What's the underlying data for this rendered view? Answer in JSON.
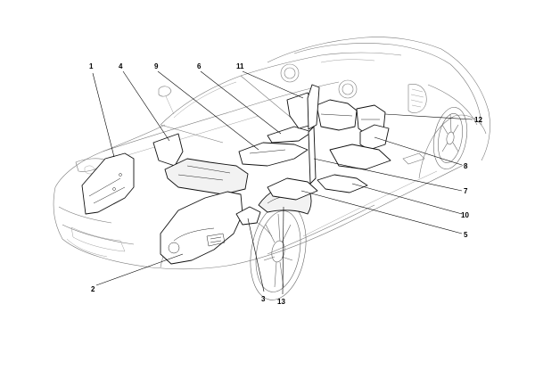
{
  "diagram": {
    "callouts": [
      {
        "id": "c1",
        "label": "1"
      },
      {
        "id": "c2",
        "label": "2"
      },
      {
        "id": "c3",
        "label": "3"
      },
      {
        "id": "c4",
        "label": "4"
      },
      {
        "id": "c5",
        "label": "5"
      },
      {
        "id": "c6",
        "label": "6"
      },
      {
        "id": "c7",
        "label": "7"
      },
      {
        "id": "c8",
        "label": "8"
      },
      {
        "id": "c9",
        "label": "9"
      },
      {
        "id": "c10",
        "label": "10"
      },
      {
        "id": "c11",
        "label": "11"
      },
      {
        "id": "c12",
        "label": "12"
      },
      {
        "id": "c13",
        "label": "13"
      }
    ]
  },
  "colors": {
    "line_art": "#7a7a7a",
    "parts_outline": "#111111",
    "background": "#ffffff"
  }
}
